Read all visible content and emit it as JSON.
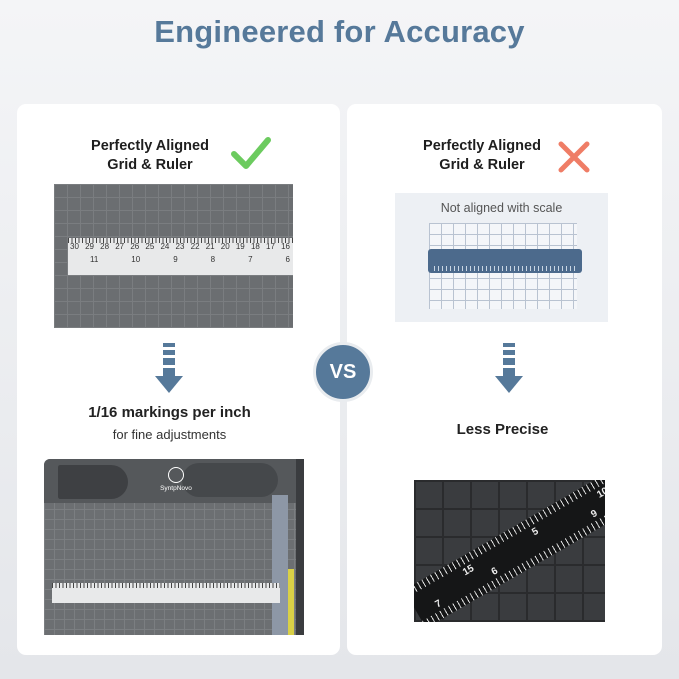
{
  "title": "Engineered for Accuracy",
  "left": {
    "heading_line1": "Perfectly Aligned",
    "heading_line2": "Grid & Ruler",
    "ruler_top_numbers": [
      "30",
      "29",
      "28",
      "27",
      "26",
      "25",
      "24",
      "23",
      "22",
      "21",
      "20",
      "19",
      "18",
      "17",
      "16"
    ],
    "ruler_bottom_numbers": [
      "11",
      "10",
      "9",
      "8",
      "7",
      "6"
    ],
    "caption_bold": "1/16 markings per inch",
    "caption_sub": "for fine adjustments",
    "brand": "SyntpNovo"
  },
  "right": {
    "heading_line1": "Perfectly Aligned",
    "heading_line2": "Grid & Ruler",
    "scale_note": "Not aligned with scale",
    "caption_bold": "Less Precise",
    "dark_ruler_numbers": [
      "10",
      "9",
      "15",
      "5",
      "6",
      "7"
    ]
  },
  "vs_label": "VS",
  "colors": {
    "accent": "#56799a",
    "check": "#6ccb5f",
    "cross": "#ef7d66"
  }
}
